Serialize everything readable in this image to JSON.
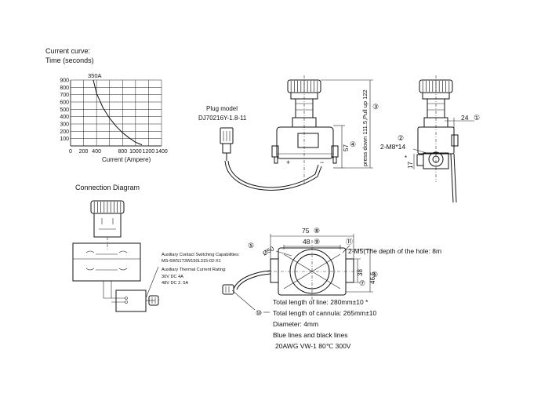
{
  "current_curve": {
    "title_line1": "Current curve:",
    "title_line2": "Time (seconds)",
    "peak_label": "350A",
    "y_ticks": [
      "900",
      "800",
      "700",
      "600",
      "500",
      "400",
      "300",
      "200",
      "100"
    ],
    "x_ticks": [
      "0",
      "200",
      "400",
      "800",
      "1000",
      "1200",
      "1400"
    ],
    "xlabel": "Current (Ampere)"
  },
  "chart_data": {
    "type": "line",
    "title": "Current curve: Time (seconds)",
    "xlabel": "Current (Ampere)",
    "ylabel": "Time (seconds)",
    "xlim": [
      0,
      1400
    ],
    "ylim": [
      0,
      900
    ],
    "annotation": "350A",
    "series": [
      {
        "name": "trip curve",
        "x": [
          350,
          400,
          500,
          600,
          700,
          800,
          900,
          1000,
          1100
        ],
        "y": [
          900,
          720,
          520,
          380,
          270,
          180,
          110,
          50,
          15
        ]
      }
    ]
  },
  "plug": {
    "label_line1": "Plug model",
    "label_line2": "DJ70216Y-1.8-11"
  },
  "side_view": {
    "dim_57": "57",
    "dim_press": "press down 111.5,Pull up 122",
    "c3": "③",
    "c4": "④",
    "plus": "+",
    "minus": "−"
  },
  "right_view": {
    "dim_24": "24",
    "c1": "①",
    "c2": "②",
    "thread": "2-M8*14",
    "dim_17": "17",
    "star": "*"
  },
  "connection": {
    "title": "Connection Diagram",
    "aux_title": "Auxiliary Contact Switching Capabilities:",
    "aux_model": "MS-6WS1T3W150L315-02-X1",
    "thermal_title": "Auxiliary Thermal Current Rating:",
    "rating_1": "30V  DC    4A",
    "rating_2": "48V  DC    2. 5A"
  },
  "top_view": {
    "dim_75": "75",
    "c8": "⑧",
    "dim_48": "48",
    "c9": "⑨",
    "dia50": "Ø50",
    "c5": "⑤",
    "c11": "⑪",
    "m5": "2-M5(The depth of the hole:  8m",
    "dim_38": "38",
    "c7": "⑦",
    "dim_465": "46.5",
    "c6": "⑥",
    "c10": "⑩"
  },
  "specs": [
    "Total length of line: 280mm±10  *",
    "Total length of cannula: 265mm±10",
    "Diameter: 4mm",
    "Blue lines and black lines",
    "20AWG VW-1 80℃ 300V"
  ]
}
